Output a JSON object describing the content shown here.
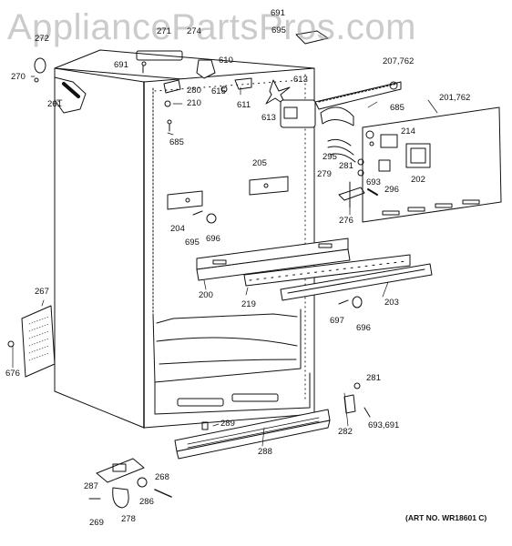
{
  "watermark": "AppliancePartsPros.com",
  "art_no": "(ART NO. WR18601 C)",
  "callouts": {
    "c691a": "691",
    "c695top": "695",
    "c272": "272",
    "c271": "271",
    "c274": "274",
    "c270": "270",
    "c261": "261",
    "c691b": "691",
    "c610": "610",
    "c280": "280",
    "c615": "615",
    "c611": "611",
    "c613a": "613",
    "c613b": "613",
    "c210": "210",
    "c685a": "685",
    "c207": "207,762",
    "c685b": "685",
    "c201": "201,762",
    "c214": "214",
    "c295": "295",
    "c281a": "281",
    "c279": "279",
    "c693": "693",
    "c296": "296",
    "c202": "202",
    "c276": "276",
    "c205": "205",
    "c204": "204",
    "c695": "695",
    "c696a": "696",
    "c200": "200",
    "c219": "219",
    "c203": "203",
    "c267": "267",
    "c697": "697",
    "c696b": "696",
    "c676": "676",
    "c281b": "281",
    "c282": "282",
    "c693691": "693,691",
    "c289": "289",
    "c288": "288",
    "c287": "287",
    "c268": "268",
    "c286": "286",
    "c269": "269",
    "c278": "278"
  }
}
